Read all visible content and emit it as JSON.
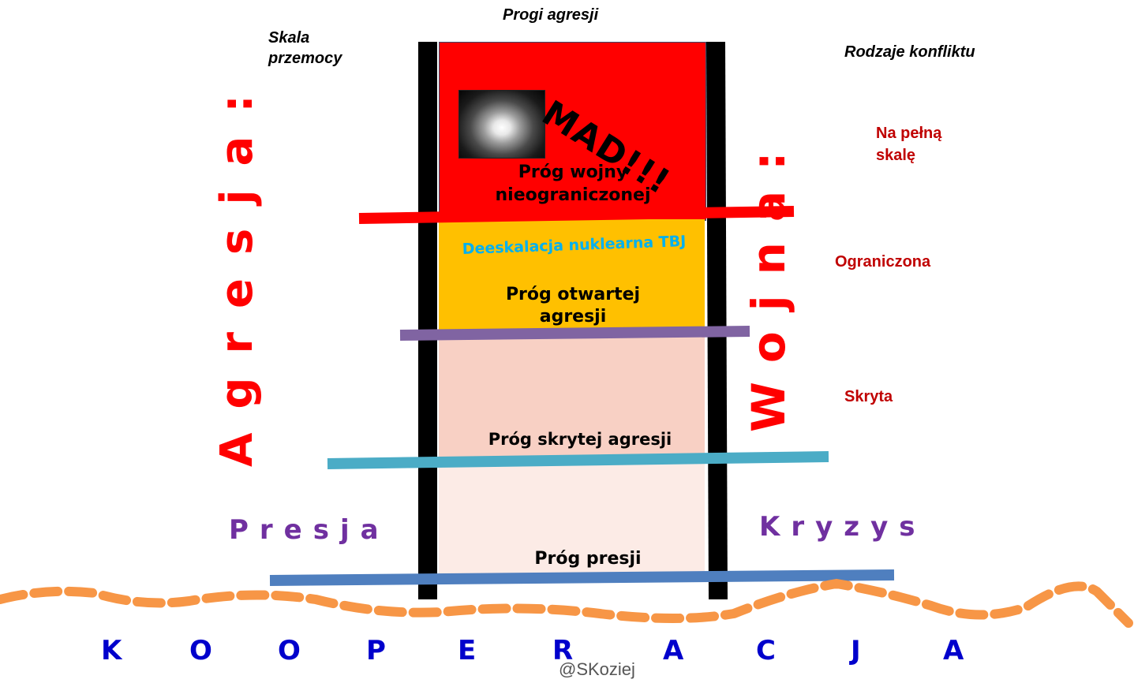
{
  "header": {
    "top_label": "Progi agresji",
    "left_label": "Skala przemocy",
    "right_label": "Rodzaje konfliktu"
  },
  "bands": {
    "mad_label": "MAD!!!",
    "unlimited_war_threshold": "Próg wojny nieograniczonej",
    "nuclear_deescalation": "Deeskalacja nuklearna TBJ",
    "open_aggression_threshold": "Próg otwartej agresji",
    "covert_aggression_threshold": "Próg skrytej agresji",
    "pressure_threshold": "Próg presji"
  },
  "conflict_types": {
    "full_scale": "Na pełną skalę",
    "limited": "Ograniczona",
    "covert": "Skryta"
  },
  "side_words": {
    "aggression": "Agresja:",
    "war": "Wojna:",
    "pressure": "Presja",
    "crisis": "Kryzys"
  },
  "bottom": {
    "cooperation_letters": [
      "K",
      "O",
      "O",
      "P",
      "E",
      "R",
      "A",
      "C",
      "J",
      "A"
    ],
    "author": "@SKoziej"
  },
  "colors": {
    "red_band": "#ff0000",
    "orange_band": "#ffc000",
    "pink_band": "#f8d0c4",
    "light_band": "#fcebe6",
    "red_line": "#ff0000",
    "purple_line": "#8064a2",
    "teal_line": "#4bacc6",
    "blue_line": "#4f7fbf",
    "wave": "#f79646",
    "deescalation_text": "#00b0f0"
  }
}
